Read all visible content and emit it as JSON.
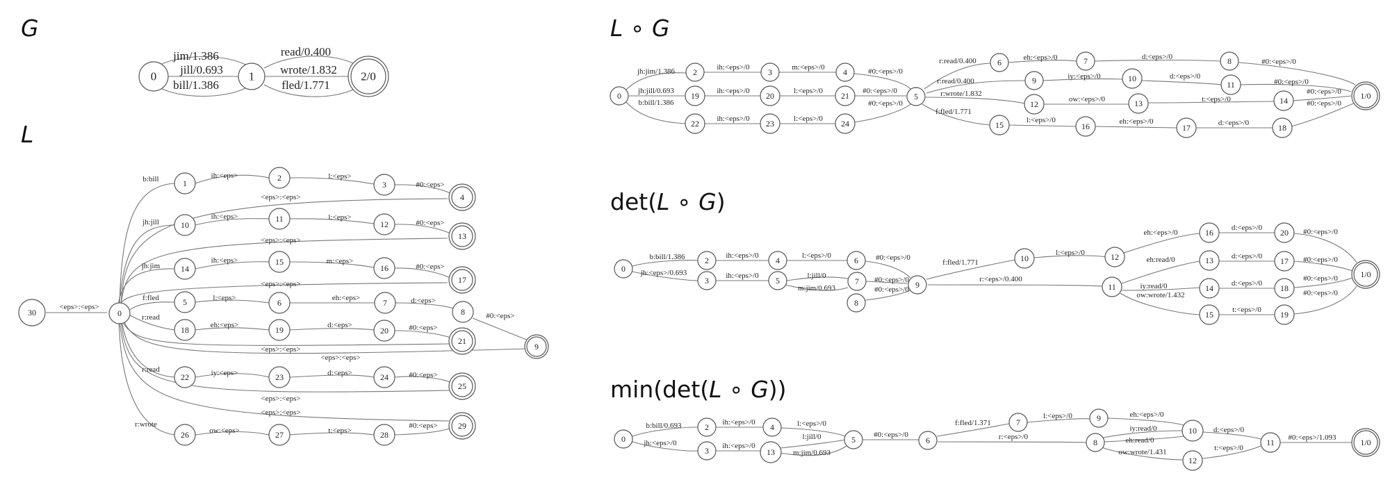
{
  "titles": {
    "G": "G",
    "L": "L",
    "LG_a": "L",
    "LG_op": " ∘ ",
    "LG_b": "G",
    "det_a": "det(",
    "det_b": "L",
    "det_op": " ∘ ",
    "det_c": "G",
    "det_d": ")",
    "min_a": "min(det(",
    "min_b": "L",
    "min_op": " ∘ ",
    "min_c": "G",
    "min_d": "))"
  },
  "graphs": {
    "G": {
      "nodes": [
        "0",
        "1",
        "2/0"
      ],
      "edges": [
        "jim/1.386",
        "jill/0.693",
        "bill/1.386",
        "read/0.400",
        "wrote/1.832",
        "fled/1.771"
      ]
    },
    "L": {
      "nodes": [
        "30",
        "0",
        "1",
        "2",
        "3",
        "4",
        "10",
        "11",
        "12",
        "13",
        "14",
        "15",
        "16",
        "17",
        "5",
        "6",
        "7",
        "8",
        "9",
        "18",
        "19",
        "20",
        "21",
        "22",
        "23",
        "24",
        "25",
        "26",
        "27",
        "28",
        "29"
      ],
      "edges": [
        "<eps>:<eps>",
        "b:bill",
        "ih:<eps>",
        "l:<eps>",
        "#0:<eps>",
        "<eps>:<eps>",
        "jh:jill",
        "ih:<eps>",
        "l:<eps>",
        "#0:<eps>",
        "<eps>:<eps>",
        "jh:jim",
        "ih:<eps>",
        "m:<eps>",
        "#0:<eps>",
        "<eps>:<eps>",
        "f:fled",
        "l:<eps>",
        "eh:<eps>",
        "d:<eps>",
        "#0:<eps>",
        "r:read",
        "eh:<eps>",
        "d:<eps>",
        "#0:<eps>",
        "<eps>:<eps>",
        "<eps>:<eps>",
        "r:read",
        "iy:<eps>",
        "d:<eps>",
        "#0:<eps>",
        "<eps>:<eps>",
        "<eps>:<eps>",
        "r:wrote",
        "ow:<eps>",
        "t:<eps>",
        "#0:<eps>"
      ]
    },
    "LG": {
      "nodes": [
        "0",
        "2",
        "3",
        "4",
        "19",
        "20",
        "21",
        "22",
        "23",
        "24",
        "5",
        "6",
        "7",
        "8",
        "9",
        "10",
        "11",
        "12",
        "13",
        "14",
        "15",
        "16",
        "17",
        "18",
        "1/0"
      ],
      "edges": [
        "jh:jim/1.386",
        "ih:<eps>/0",
        "m:<eps>/0",
        "#0:<eps>/0",
        "jh:jill/0.693",
        "ih:<eps>/0",
        "l:<eps>/0",
        "#0:<eps>/0",
        "b:bill/1.386",
        "ih:<eps>/0",
        "l:<eps>/0",
        "#0:<eps>/0",
        "r:read/0.400",
        "eh:<eps>/0",
        "d:<eps>/0",
        "#0:<eps>/0",
        "r:read/0.400",
        "iy:<eps>/0",
        "d:<eps>/0",
        "#0:<eps>/0",
        "r:wrote/1.832",
        "ow:<eps>/0",
        "t:<eps>/0",
        "#0:<eps>/0",
        "f:fled/1.771",
        "l:<eps>/0",
        "eh:<eps>/0",
        "d:<eps>/0",
        "#0:<eps>/0"
      ]
    },
    "DET": {
      "nodes": [
        "0",
        "2",
        "3",
        "4",
        "5",
        "6",
        "7",
        "8",
        "9",
        "10",
        "11",
        "12",
        "13",
        "14",
        "15",
        "16",
        "17",
        "18",
        "19",
        "20",
        "1/0"
      ],
      "edges": [
        "b:bill/1.386",
        "jh:<eps>/0.693",
        "ih:<eps>/0",
        "ih:<eps>/0",
        "l:<eps>/0",
        "#0:<eps>/0",
        "l:jill/0",
        "m:jim/0.693",
        "#0:<eps>/0",
        "#0:<eps>/0",
        "f:fled/1.771",
        "r:<eps>/0.400",
        "l:<eps>/0",
        "eh:<eps>/0",
        "eh:read/0",
        "iy:read/0",
        "ow:wrote/1.432",
        "d:<eps>/0",
        "d:<eps>/0",
        "d:<eps>/0",
        "t:<eps>/0",
        "#0:<eps>/0",
        "#0:<eps>/0",
        "#0:<eps>/0",
        "#0:<eps>/0"
      ]
    },
    "MIN": {
      "nodes": [
        "0",
        "2",
        "3",
        "4",
        "13",
        "5",
        "6",
        "7",
        "9",
        "8",
        "10",
        "12",
        "11",
        "1/0"
      ],
      "edges": [
        "b:bill/0.693",
        "jh:<eps>/0",
        "ih:<eps>/0",
        "ih:<eps>/0",
        "l:<eps>/0",
        "l:jill/0",
        "m:jim/0.693",
        "#0:<eps>/0",
        "f:fled/1.371",
        "r:<eps>/0",
        "l:<eps>/0",
        "eh:<eps>/0",
        "iy:read/0",
        "eh:read/0",
        "ow:wrote/1.431",
        "d:<eps>/0",
        "t:<eps>/0",
        "#0:<eps>/1.093"
      ]
    }
  }
}
